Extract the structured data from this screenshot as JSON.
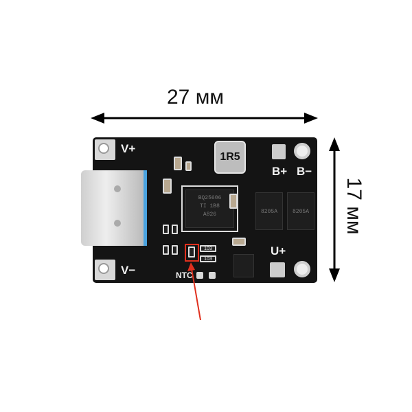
{
  "dimensions": {
    "width_label": "27 мм",
    "height_label": "17 мм"
  },
  "board": {
    "labels": {
      "v_plus": "V+",
      "v_minus": "V−",
      "b_plus": "B+",
      "b_minus": "B−",
      "u_plus": "U+",
      "ntc": "NTC"
    },
    "inductor_marking": "1R5",
    "ic_marking": [
      "BQ25606",
      "TI 1B8",
      "A826"
    ],
    "mosfet_marking": "8205A",
    "resistor_marking": "103"
  },
  "colors": {
    "board": "#141414",
    "highlight": "#e0301e",
    "usb_accent": "#4aa3e0"
  }
}
